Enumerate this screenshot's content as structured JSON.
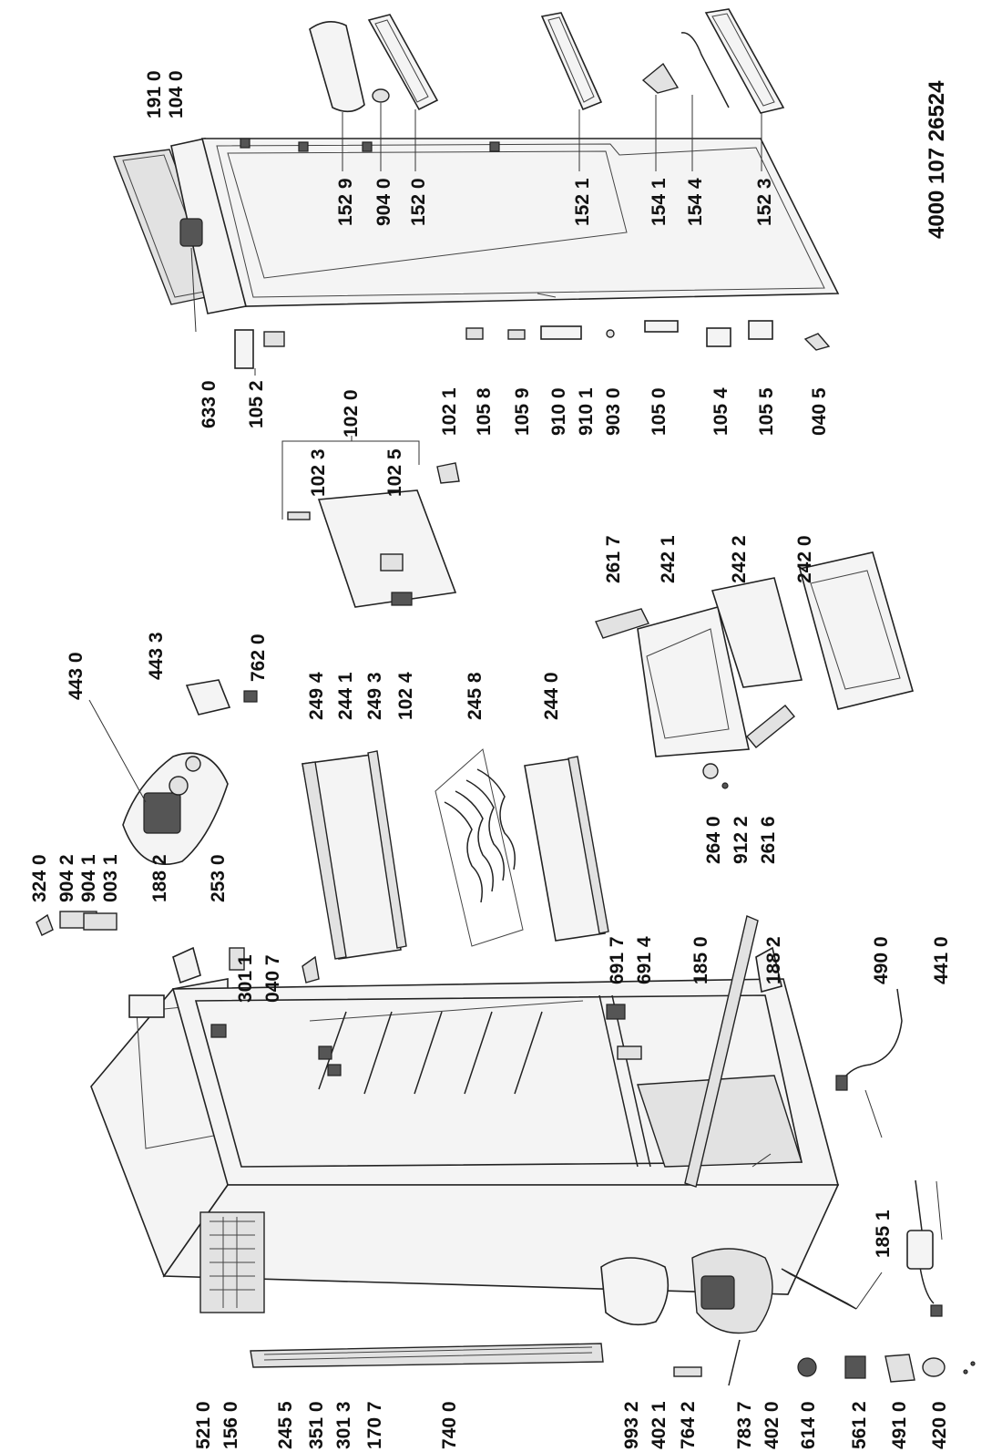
{
  "document_code": "4000 107 26524",
  "labels": [
    {
      "text": "191 0",
      "key": "l1910"
    },
    {
      "text": "104 0",
      "key": "l1040"
    },
    {
      "text": "152 9",
      "key": "l1529"
    },
    {
      "text": "904 0",
      "key": "l9040"
    },
    {
      "text": "152 0",
      "key": "l1520"
    },
    {
      "text": "152 1",
      "key": "l1521"
    },
    {
      "text": "154 1",
      "key": "l1541"
    },
    {
      "text": "154 4",
      "key": "l1544"
    },
    {
      "text": "152 3",
      "key": "l1523"
    },
    {
      "text": "633 0",
      "key": "l6330"
    },
    {
      "text": "105 2",
      "key": "l1052"
    },
    {
      "text": "102 0",
      "key": "l1020"
    },
    {
      "text": "102 3",
      "key": "l1023"
    },
    {
      "text": "102 5",
      "key": "l1025"
    },
    {
      "text": "102 1",
      "key": "l1021"
    },
    {
      "text": "105 8",
      "key": "l1058"
    },
    {
      "text": "105 9",
      "key": "l1059"
    },
    {
      "text": "910 0",
      "key": "l9100"
    },
    {
      "text": "910 1",
      "key": "l9101"
    },
    {
      "text": "903 0",
      "key": "l9030"
    },
    {
      "text": "105 0",
      "key": "l1050"
    },
    {
      "text": "105 4",
      "key": "l1054"
    },
    {
      "text": "105 5",
      "key": "l1055"
    },
    {
      "text": "040 5",
      "key": "l0405"
    },
    {
      "text": "443 0",
      "key": "l4430"
    },
    {
      "text": "443 3",
      "key": "l4433"
    },
    {
      "text": "762 0",
      "key": "l7620"
    },
    {
      "text": "249 4",
      "key": "l2494"
    },
    {
      "text": "244 1",
      "key": "l2441"
    },
    {
      "text": "249 3",
      "key": "l2493"
    },
    {
      "text": "102 4",
      "key": "l1024"
    },
    {
      "text": "245 8",
      "key": "l2458"
    },
    {
      "text": "244 0",
      "key": "l2440"
    },
    {
      "text": "261 7",
      "key": "l2617"
    },
    {
      "text": "242 1",
      "key": "l2421"
    },
    {
      "text": "242 2",
      "key": "l2422"
    },
    {
      "text": "242 0",
      "key": "l2420"
    },
    {
      "text": "264 0",
      "key": "l2640"
    },
    {
      "text": "912 2",
      "key": "l9122"
    },
    {
      "text": "261 6",
      "key": "l2616"
    },
    {
      "text": "324 0",
      "key": "l3240"
    },
    {
      "text": "904 2",
      "key": "l9042"
    },
    {
      "text": "904 1",
      "key": "l9041"
    },
    {
      "text": "003 1",
      "key": "l0031"
    },
    {
      "text": "188 2",
      "key": "l1882a"
    },
    {
      "text": "253 0",
      "key": "l2530"
    },
    {
      "text": "301 1",
      "key": "l3011"
    },
    {
      "text": "040 7",
      "key": "l0407"
    },
    {
      "text": "691 7",
      "key": "l6917"
    },
    {
      "text": "691 4",
      "key": "l6914"
    },
    {
      "text": "185 0",
      "key": "l1850"
    },
    {
      "text": "188 2",
      "key": "l1882b"
    },
    {
      "text": "490 0",
      "key": "l4900"
    },
    {
      "text": "441 0",
      "key": "l4410"
    },
    {
      "text": "185 1",
      "key": "l1851"
    },
    {
      "text": "521 0",
      "key": "l5210"
    },
    {
      "text": "156 0",
      "key": "l1560"
    },
    {
      "text": "245 5",
      "key": "l2455"
    },
    {
      "text": "351 0",
      "key": "l3510"
    },
    {
      "text": "301 3",
      "key": "l3013"
    },
    {
      "text": "170 7",
      "key": "l1707"
    },
    {
      "text": "740 0",
      "key": "l7400"
    },
    {
      "text": "993 2",
      "key": "l9932"
    },
    {
      "text": "402 1",
      "key": "l4021"
    },
    {
      "text": "764 2",
      "key": "l7642"
    },
    {
      "text": "783 7",
      "key": "l7837"
    },
    {
      "text": "402 0",
      "key": "l4020"
    },
    {
      "text": "614 0",
      "key": "l6140"
    },
    {
      "text": "561 2",
      "key": "l5612"
    },
    {
      "text": "491 0",
      "key": "l4910"
    },
    {
      "text": "420 0",
      "key": "l4200"
    }
  ]
}
